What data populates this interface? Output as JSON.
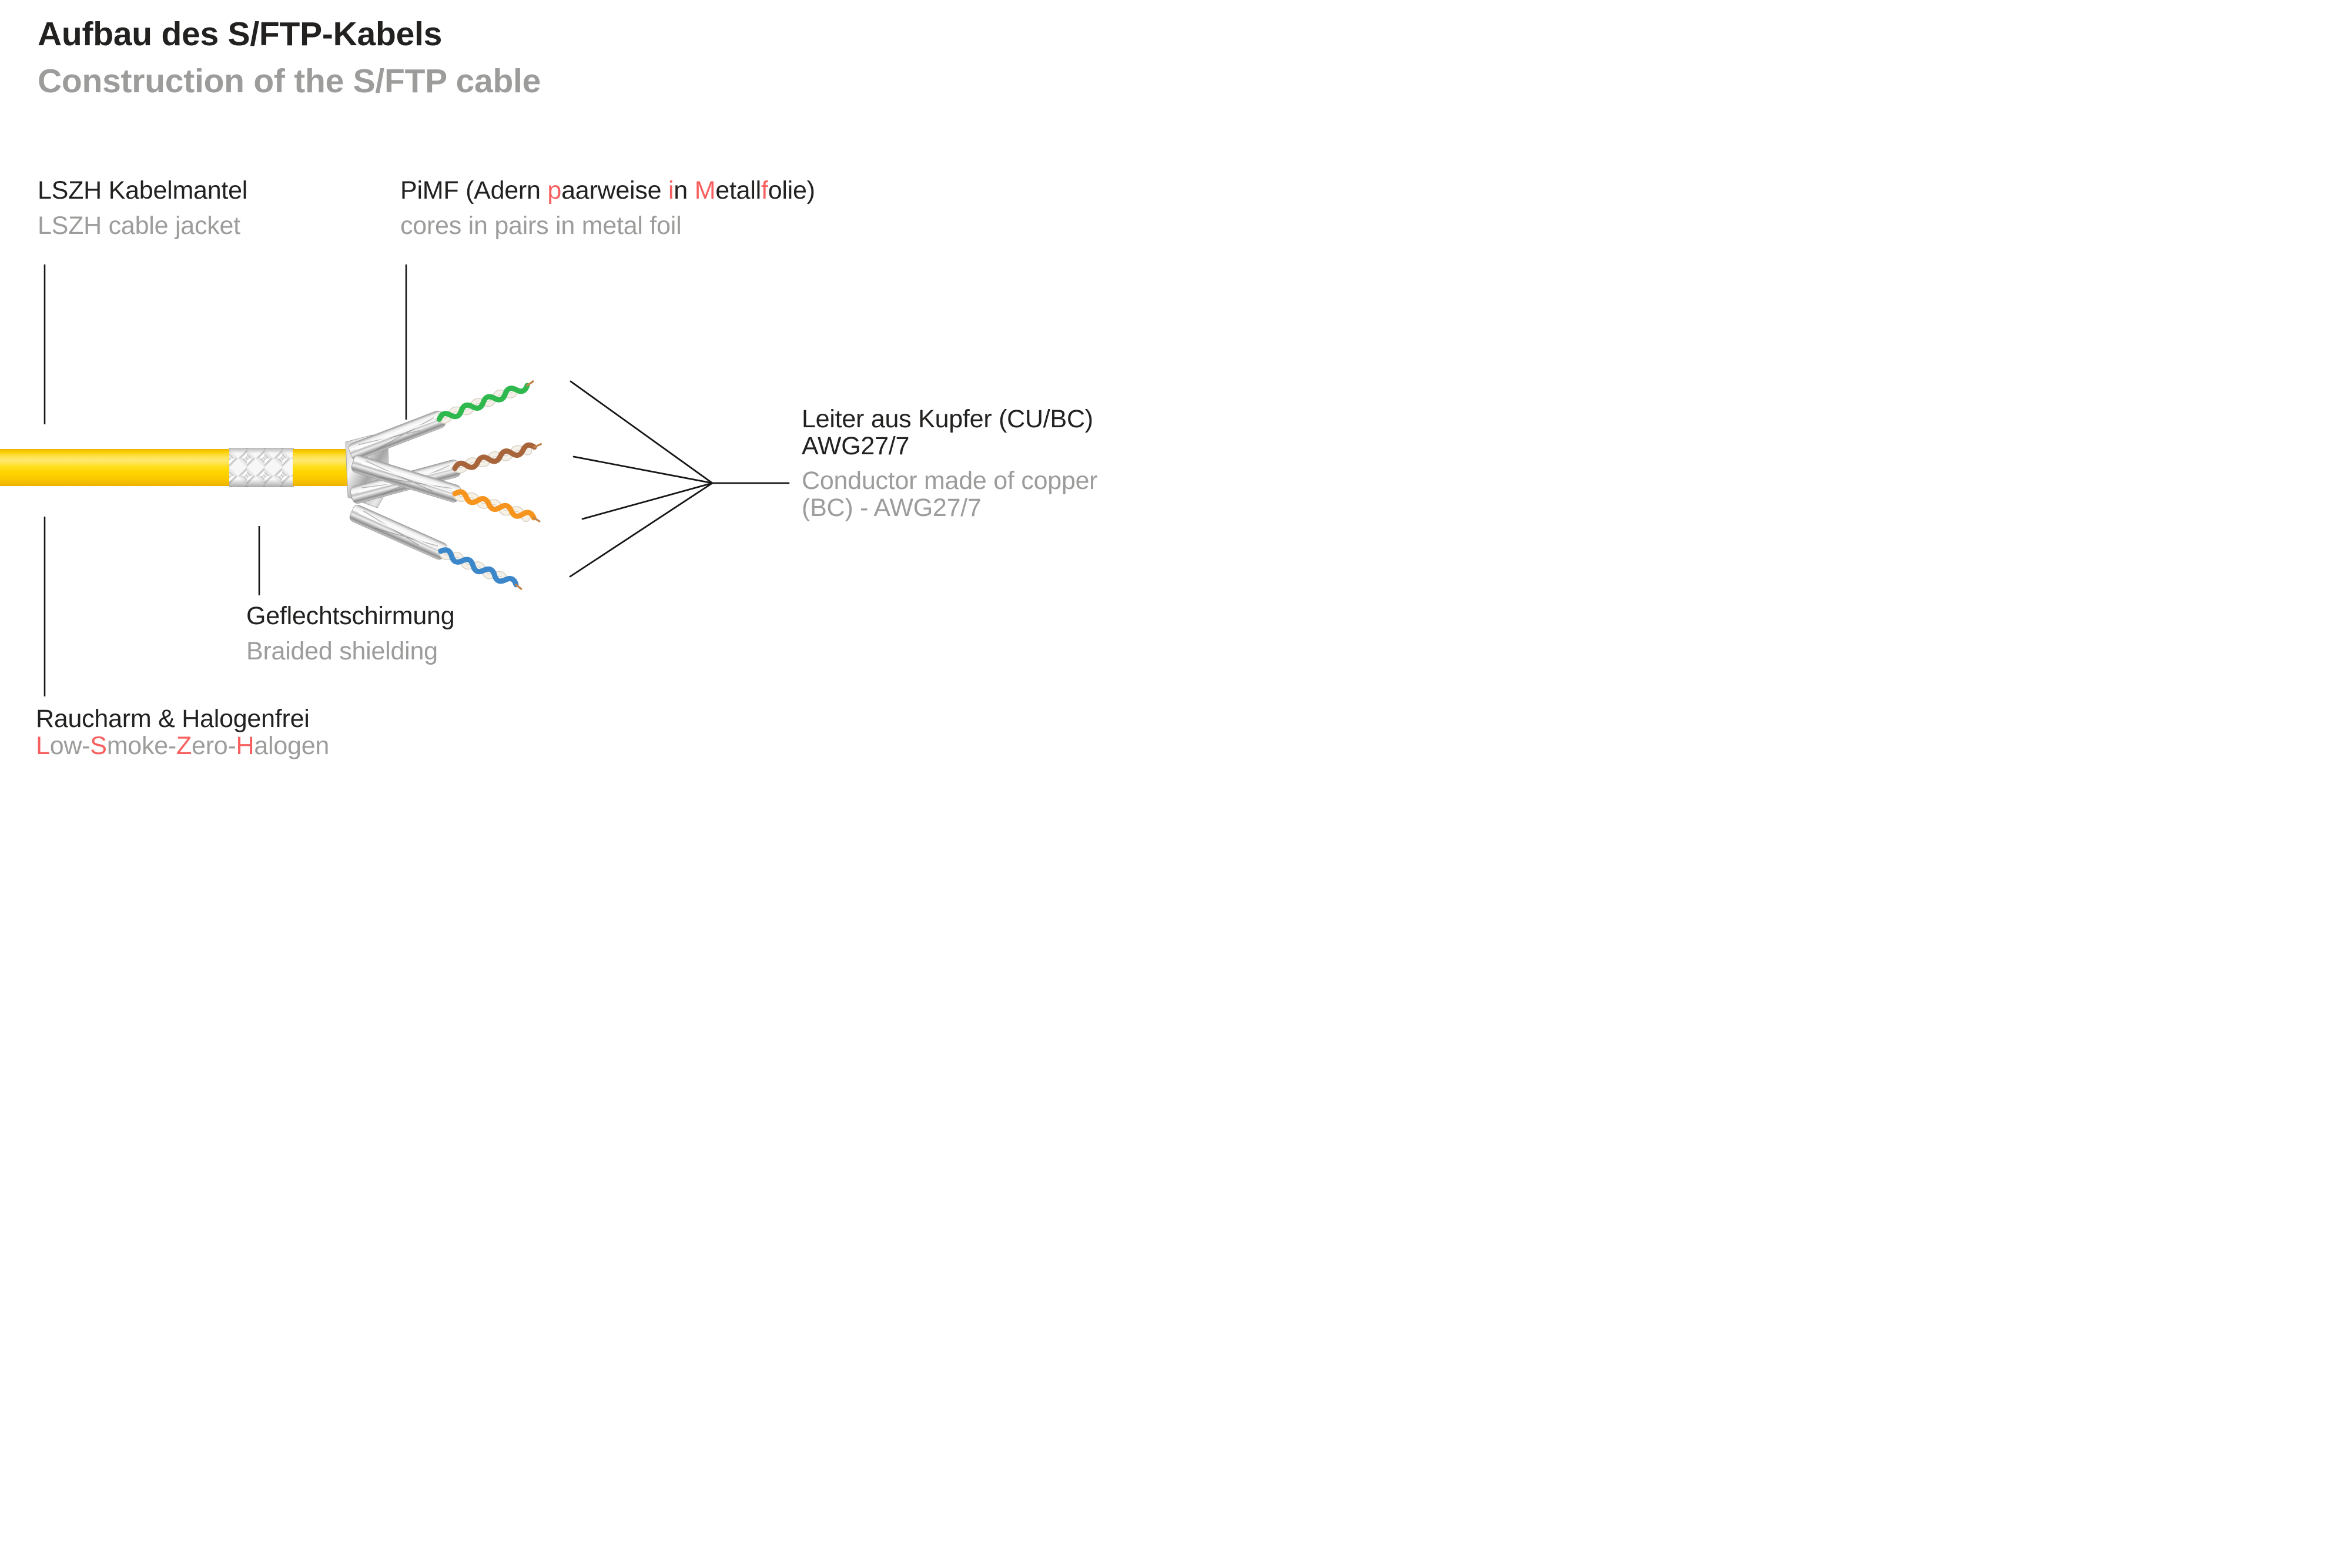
{
  "header": {
    "title_de": "Aufbau des S/FTP-Kabels",
    "title_en": "Construction of the S/FTP cable"
  },
  "labels": {
    "jacket": {
      "de": "LSZH Kabelmantel",
      "en": "LSZH cable jacket"
    },
    "pimf": {
      "de_segments": [
        {
          "t": "PiMF (Adern ",
          "c": "dark"
        },
        {
          "t": "p",
          "c": "red"
        },
        {
          "t": "aarweise ",
          "c": "dark"
        },
        {
          "t": "i",
          "c": "red"
        },
        {
          "t": "n ",
          "c": "dark"
        },
        {
          "t": "M",
          "c": "red"
        },
        {
          "t": "etall",
          "c": "dark"
        },
        {
          "t": "f",
          "c": "red"
        },
        {
          "t": "olie)",
          "c": "dark"
        }
      ],
      "en": "cores in pairs in metal foil"
    },
    "conductor": {
      "de_line1": "Leiter aus Kupfer (CU/BC)",
      "de_line2": "AWG27/7",
      "en_line1": "Conductor made of copper",
      "en_line2": "(BC) - AWG27/7"
    },
    "braid": {
      "de": "Geflechtschirmung",
      "en": "Braided shielding"
    },
    "lszh": {
      "de": "Raucharm & Halogenfrei",
      "en_segments": [
        {
          "t": "L",
          "c": "red"
        },
        {
          "t": "ow-",
          "c": "gray"
        },
        {
          "t": "S",
          "c": "red"
        },
        {
          "t": "moke-",
          "c": "gray"
        },
        {
          "t": "Z",
          "c": "red"
        },
        {
          "t": "ero-",
          "c": "gray"
        },
        {
          "t": "H",
          "c": "red"
        },
        {
          "t": "alogen",
          "c": "gray"
        }
      ]
    }
  },
  "colors": {
    "text_dark": "#222120",
    "text_gray": "#9c9c9b",
    "accent_red": "#f8605f",
    "line_black": "#161616",
    "jacket_yellow": "#ffd800",
    "jacket_yellow_light": "#ffe768",
    "jacket_yellow_dark": "#eeb200",
    "foil_silver": "#d9d9d9",
    "braid_silver": "#e6e6e6",
    "wire_green": "#2eb84d",
    "wire_brown": "#a8653c",
    "wire_orange": "#f7941d",
    "wire_blue": "#3b87c9",
    "wire_white": "#f4f0e8",
    "copper": "#c2854e"
  },
  "diagram": {
    "parts": [
      {
        "name": "LSZH jacket",
        "color_key": "jacket_yellow"
      },
      {
        "name": "braided shielding",
        "color_key": "braid_silver"
      },
      {
        "name": "foil-wrapped pairs (PiMF)",
        "color_key": "foil_silver"
      },
      {
        "name": "copper conductors AWG27/7",
        "color_key": "copper"
      }
    ],
    "pairs": [
      {
        "name": "green pair",
        "color_key": "wire_green"
      },
      {
        "name": "brown pair",
        "color_key": "wire_brown"
      },
      {
        "name": "orange pair",
        "color_key": "wire_orange"
      },
      {
        "name": "blue pair",
        "color_key": "wire_blue"
      }
    ]
  }
}
